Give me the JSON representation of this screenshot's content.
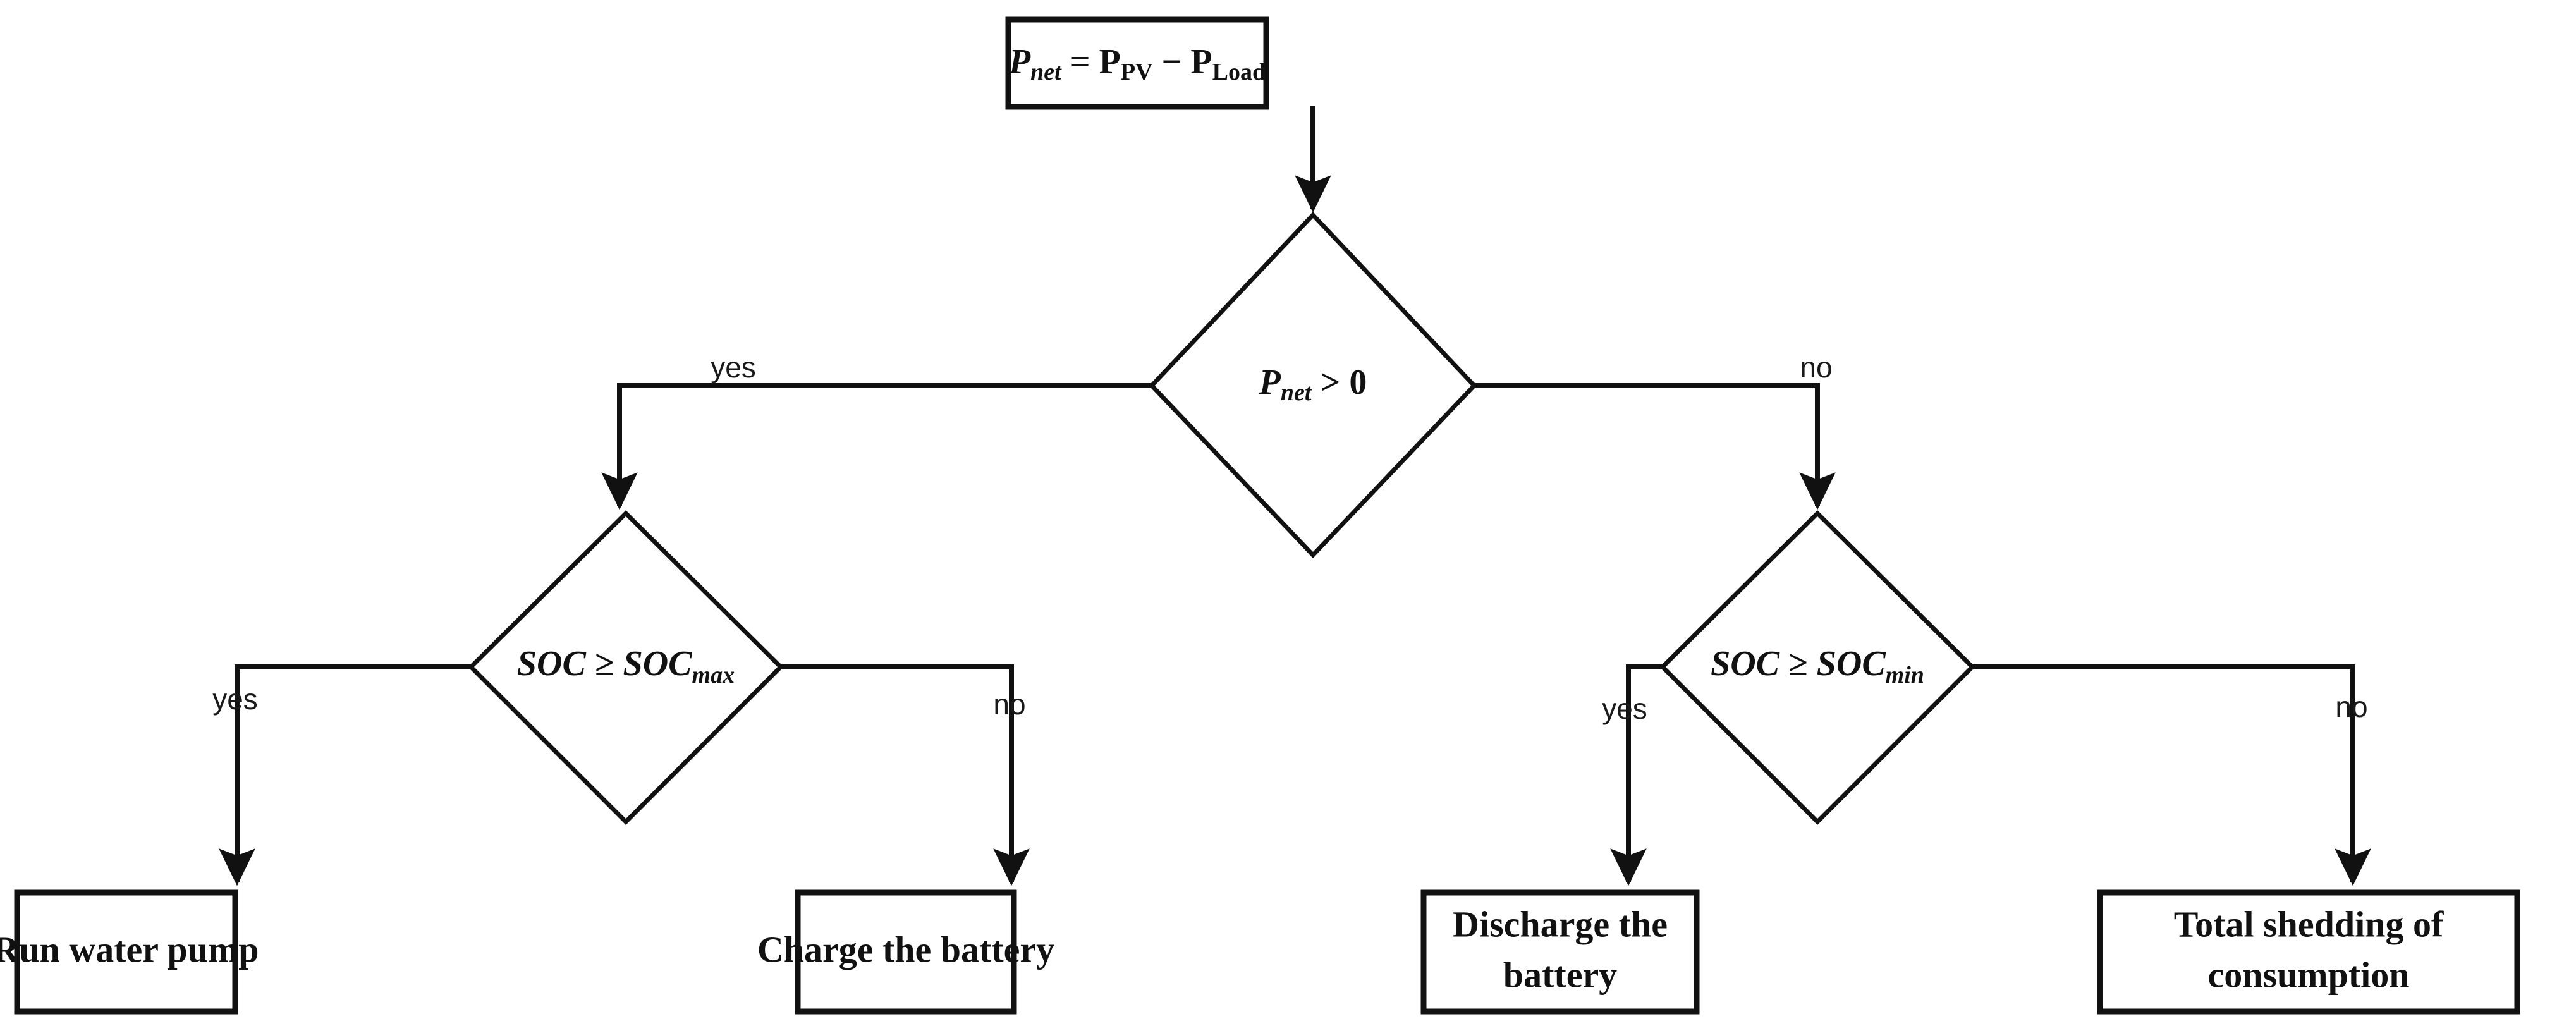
{
  "diagram": {
    "title": "Photovoltaic energy management decision flowchart",
    "colors": {
      "background": "#ffffff",
      "stroke": "#111111",
      "fill": "#ffffff",
      "label_text": "#1a1a1a"
    },
    "nodes": {
      "net_power": {
        "type": "process",
        "id": "net-power-box",
        "text": "P_net = P_PV − P_Load",
        "parts": {
          "lhs_var": "P",
          "lhs_sub": "net",
          "equals": "=",
          "term1": "P",
          "term1_sub": "PV",
          "minus": "−",
          "term2": "P",
          "term2_sub": "Load"
        }
      },
      "decision_net": {
        "type": "decision",
        "id": "decision-pnet",
        "text": "P_net > 0",
        "parts": {
          "var": "P",
          "sub": "net",
          "operator": ">",
          "value": "0"
        }
      },
      "decision_soc_max": {
        "type": "decision",
        "id": "decision-soc-max",
        "text": "SOC ≥ SOC_max",
        "parts": {
          "lhs": "SOC",
          "operator": "≥",
          "rhs": "SOC",
          "rhs_sub": "max"
        }
      },
      "decision_soc_min": {
        "type": "decision",
        "id": "decision-soc-min",
        "text": "SOC ≥ SOC_min",
        "parts": {
          "lhs": "SOC",
          "operator": "≥",
          "rhs": "SOC",
          "rhs_sub": "min"
        }
      },
      "run_pump": {
        "type": "process",
        "id": "run-water-pump-box",
        "line1": "Run water pump",
        "line2": ""
      },
      "charge_battery": {
        "type": "process",
        "id": "charge-battery-box",
        "line1": "Charge the battery",
        "line2": ""
      },
      "discharge_battery": {
        "type": "process",
        "id": "discharge-battery-box",
        "line1": "Discharge the",
        "line2": "battery"
      },
      "total_shedding": {
        "type": "process",
        "id": "total-shedding-box",
        "line1": "Total shedding of",
        "line2": "consumption"
      }
    },
    "edges": [
      {
        "id": "edge-netpower-to-decision",
        "from": "net_power",
        "to": "decision_net",
        "label": ""
      },
      {
        "id": "edge-pnet-yes",
        "from": "decision_net",
        "to": "decision_soc_max",
        "label": "yes"
      },
      {
        "id": "edge-pnet-no",
        "from": "decision_net",
        "to": "decision_soc_min",
        "label": "no"
      },
      {
        "id": "edge-socmax-yes",
        "from": "decision_soc_max",
        "to": "run_pump",
        "label": "yes"
      },
      {
        "id": "edge-socmax-no",
        "from": "decision_soc_max",
        "to": "charge_battery",
        "label": "no"
      },
      {
        "id": "edge-socmin-yes",
        "from": "decision_soc_min",
        "to": "discharge_battery",
        "label": "yes"
      },
      {
        "id": "edge-socmin-no",
        "from": "decision_soc_min",
        "to": "total_shedding",
        "label": "no"
      }
    ],
    "edge_labels": {
      "pnet_yes": "yes",
      "pnet_no": "no",
      "socmax_yes": "yes",
      "socmax_no": "no",
      "socmin_yes": "yes",
      "socmin_no": "no"
    }
  }
}
